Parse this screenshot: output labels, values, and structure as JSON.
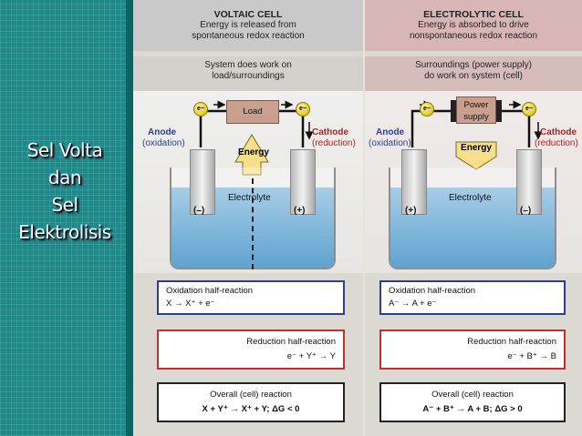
{
  "slide": {
    "title_lines": [
      "Sel Volta",
      "dan",
      "Sel",
      "Elektrolisis"
    ]
  },
  "voltaic": {
    "header_title": "VOLTAIC CELL",
    "header_line1": "Energy is released from",
    "header_line2": "spontaneous redox reaction",
    "sub_line1": "System does work on",
    "sub_line2": "load/surroundings",
    "load_label": "Load",
    "electron_label": "e−",
    "energy_label": "Energy",
    "anode_label": "Anode",
    "anode_sub": "(oxidation)",
    "cathode_label": "Cathode",
    "cathode_sub": "(reduction)",
    "electrolyte_label": "Electrolyte",
    "left_sign": "(–)",
    "right_sign": "(+)",
    "oxidation_title": "Oxidation half-reaction",
    "oxidation_eq": "X → X⁺ + e⁻",
    "reduction_title": "Reduction half-reaction",
    "reduction_eq": "e⁻ + Y⁺ → Y",
    "overall_title": "Overall (cell) reaction",
    "overall_eq": "X + Y⁺ → X⁺ + Y; ΔG < 0"
  },
  "electrolytic": {
    "header_title": "ELECTROLYTIC CELL",
    "header_line1": "Energy is absorbed to drive",
    "header_line2": "nonspontaneous redox reaction",
    "sub_line1": "Surroundings (power supply)",
    "sub_line2": "do work on system (cell)",
    "supply_label_1": "Power",
    "supply_label_2": "supply",
    "electron_label": "e−",
    "energy_label": "Energy",
    "anode_label": "Anode",
    "anode_sub": "(oxidation)",
    "cathode_label": "Cathode",
    "cathode_sub": "(reduction)",
    "electrolyte_label": "Electrolyte",
    "left_sign": "(+)",
    "right_sign": "(–)",
    "oxidation_title": "Oxidation half-reaction",
    "oxidation_eq": "A⁻ → A + e⁻",
    "reduction_title": "Reduction half-reaction",
    "reduction_eq": "e⁻ + B⁺ → B",
    "overall_title": "Overall (cell) reaction",
    "overall_eq": "A⁻ + B⁺ → A + B; ΔG > 0"
  },
  "colors": {
    "slide_bg": "#1d8a8a",
    "oxidation_border": "#2a3f8f",
    "reduction_border": "#c03030",
    "overall_border": "#222222",
    "anode_color": "#2a3f8f",
    "cathode_color": "#b42020"
  }
}
